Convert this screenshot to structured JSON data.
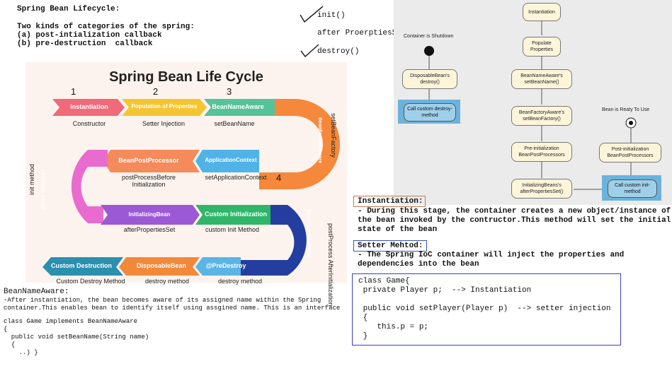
{
  "notes": {
    "title": "Spring Bean Lifecycle:",
    "intro": "Two kinds of categories of the spring:",
    "item_a": "(a) post-intialization callback",
    "item_b": "(b) pre-destruction  callback",
    "callback_1": "init()",
    "callback_2": "after ProerptiesSet()",
    "callback_3": "destroy()"
  },
  "infographic": {
    "title": "Spring Bean Life Cycle",
    "row1": [
      {
        "label": "Instantiation",
        "caption": "Constructor"
      },
      {
        "label": "Population of Properties",
        "caption": "Setter Injection"
      },
      {
        "label": "BeanNameAware",
        "caption": "setBeanName"
      }
    ],
    "right_turn_1_label": "BeanFactory Aware",
    "right_turn_1_caption": "setBeanFactory",
    "row2": [
      {
        "label": "BeanPostProcessor",
        "caption": "postProcessBefore Initialization"
      },
      {
        "label": "ApplicationContext",
        "caption": "setApplicationContext"
      }
    ],
    "left_turn_label": "@Post Construct",
    "left_turn_caption": "init method",
    "row3": [
      {
        "label": "InitializingBean",
        "caption": "afterPropertiesSet"
      },
      {
        "label": "Custom Initialization",
        "caption": "custom Init Method"
      }
    ],
    "right_turn_2_label": "BeanPost Processor",
    "right_turn_2_caption": "postProcess AfterInitialization",
    "row4": [
      {
        "label": "Custom Destruction",
        "caption": "Custom Destroy Method"
      },
      {
        "label": "DisposableBean",
        "caption": "destroy method"
      },
      {
        "label": "@PreDestroy",
        "caption": "destroy method"
      }
    ],
    "handwritten_numbers": [
      "1",
      "2",
      "3",
      "4"
    ],
    "colors": {
      "instantiation": "#f06a7a",
      "population": "#f4c531",
      "beanNameAware": "#55c29a",
      "beanFactoryAware": "#f5883a",
      "beanPostProcessor": "#f58a5a",
      "applicationContext": "#4fb3e8",
      "postConstruct": "#e96bd0",
      "initializingBean": "#9b59d6",
      "customInit": "#2fb66a",
      "beanPostProcessor2": "#233e9f",
      "preDestroy": "#5ab4e6",
      "disposableBean": "#f2883a",
      "customDestruction": "#2b8fae"
    }
  },
  "bean_name_aware_note": {
    "heading": "BeanNameAware:",
    "line1": "-After instantiation, the bean becomes aware of its assigned name within the Spring",
    "line2": "container.This enables bean to identify itself using assgined name. This is an interface",
    "code": [
      "class Game implements BeanNameAware",
      "{",
      "  public void setBeanName(String name)",
      "  {",
      "    ..) }"
    ]
  },
  "flow_diagram": {
    "shutdown_label": "Container is Shutdown",
    "ready_label": "Bean is Reaty To Use",
    "nodes": {
      "instantiation": "Instantiation",
      "populate": "Populate Properties",
      "beanNameAware": "BeanNameAware's setBeanName()",
      "beanFactoryAware": "BeanFactoryAware's setBeanFactory()",
      "preInit": "Pre-initialization BeanPostProcessors",
      "initializingBeans": "InitializingBeans's afterPropertiesSet()",
      "customInit": "Call custom init-method",
      "postInit": "Post-initialization BeanPostProcessors",
      "disposable": "DisposableBean's destroy()",
      "customDestroy": "Call custom destroy-method"
    }
  },
  "instantiation_note": {
    "heading": "Instantiation:",
    "line1": "- During this stage, the container creates a new object/instance of",
    "line2": "the bean invoked by the contructor.This method will set the initial",
    "line3": "state of the bean"
  },
  "setter_note": {
    "heading": "Setter Mehtod:",
    "line1": "- The Spring IoC container will inject the properties and",
    "line2": "dependencies into the bean"
  },
  "code_box": {
    "lines": [
      "class Game{",
      " private Player p;  --> Instantiation",
      "",
      " public void setPlayer(Player p)  --> setter injection",
      " {",
      "    this.p = p;",
      " }"
    ]
  }
}
